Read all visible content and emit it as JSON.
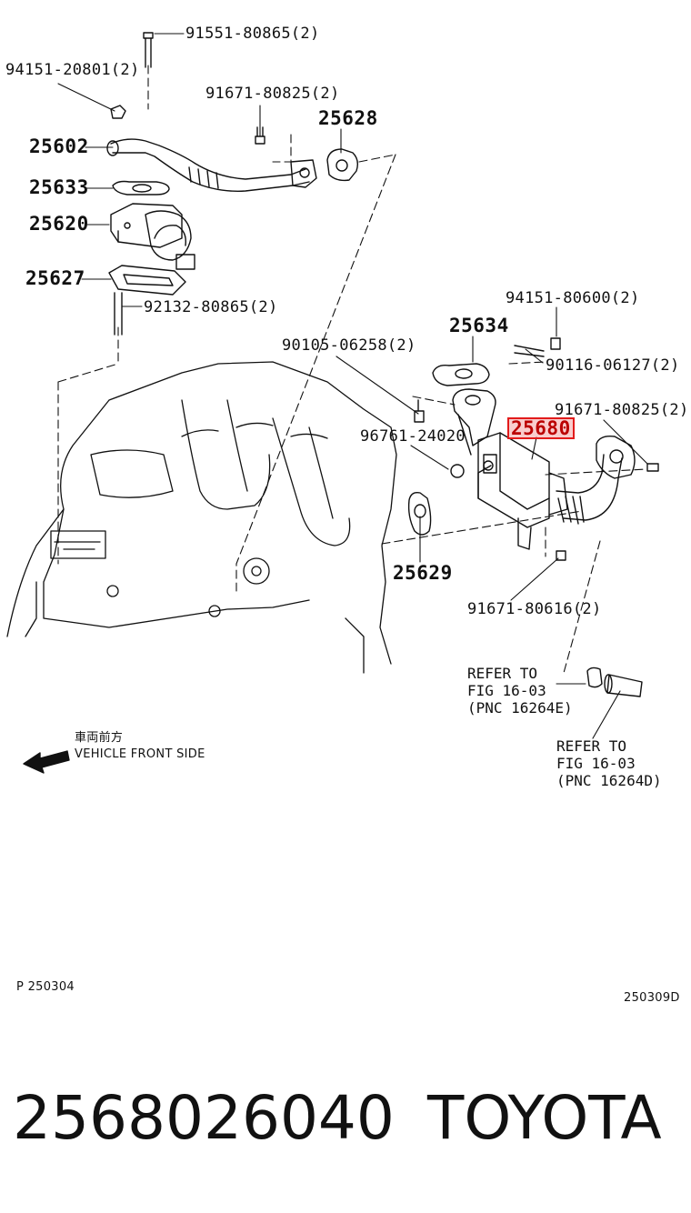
{
  "callouts": {
    "p91551": "91551-80865(2)",
    "p94151a": "94151-20801(2)",
    "p91671a": "91671-80825(2)",
    "p25628": "25628",
    "p25602": "25602",
    "p25633": "25633",
    "p25620": "25620",
    "p25627": "25627",
    "p92132": "92132-80865(2)",
    "p94151b": "94151-80600(2)",
    "p25634": "25634",
    "p90105": "90105-06258(2)",
    "p90116": "90116-06127(2)",
    "p91671b": "91671-80825(2)",
    "p25680": "25680",
    "p96761": "96761-24020",
    "p25629": "25629",
    "p91671c": "91671-80616(2)"
  },
  "references": {
    "ref1": "REFER TO\nFIG 16-03\n(PNC 16264E)",
    "ref2": "REFER TO\nFIG 16-03\n(PNC 16264D)"
  },
  "direction": {
    "jp": "車両前方",
    "en": "VEHICLE FRONT SIDE"
  },
  "codes": {
    "left": "P 250304",
    "right": "250309D"
  },
  "footer": {
    "part_number": "2568026040",
    "brand": "TOYOTA"
  },
  "colors": {
    "highlight": "#e21b1b"
  }
}
